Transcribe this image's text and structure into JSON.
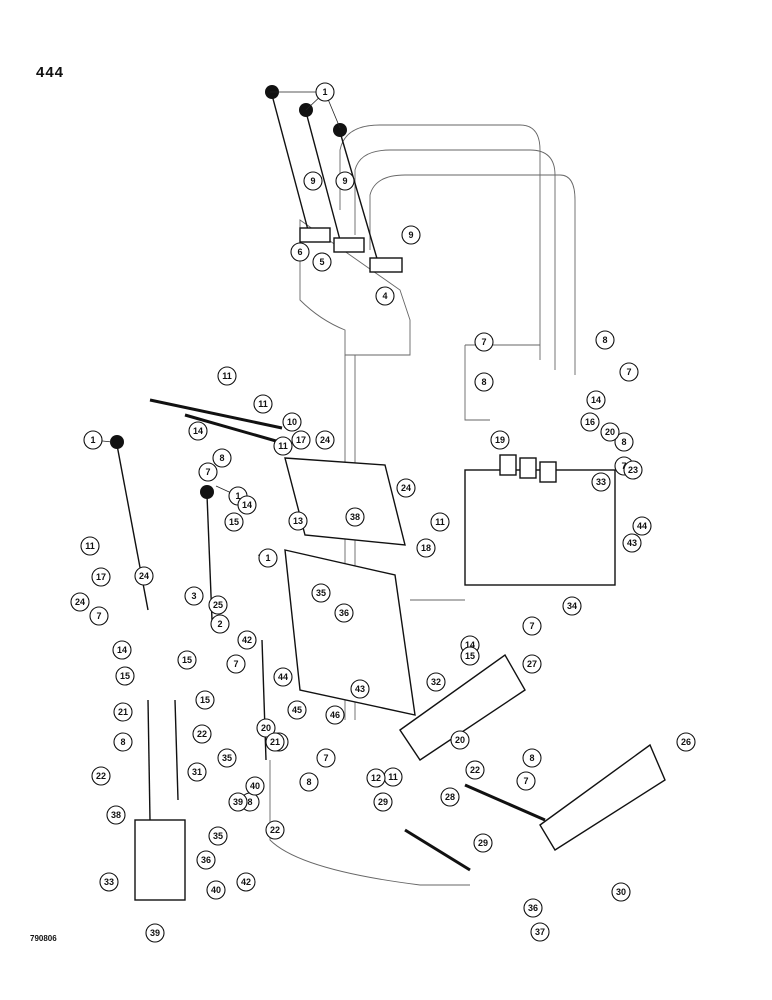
{
  "page_number": "444",
  "drawing_code": "790806",
  "callouts": [
    "1",
    "1",
    "1",
    "1",
    "2",
    "3",
    "4",
    "5",
    "6",
    "7",
    "7",
    "7",
    "7",
    "7",
    "7",
    "7",
    "7",
    "7",
    "8",
    "8",
    "8",
    "8",
    "8",
    "8",
    "8",
    "8",
    "8",
    "9",
    "9",
    "9",
    "10",
    "11",
    "11",
    "11",
    "11",
    "11",
    "11",
    "12",
    "13",
    "14",
    "14",
    "14",
    "14",
    "14",
    "15",
    "15",
    "15",
    "15",
    "15",
    "16",
    "17",
    "17",
    "18",
    "19",
    "20",
    "20",
    "20",
    "21",
    "21",
    "22",
    "22",
    "22",
    "22",
    "23",
    "24",
    "24",
    "24",
    "24",
    "25",
    "26",
    "27",
    "28",
    "29",
    "29",
    "30",
    "31",
    "32",
    "33",
    "33",
    "34",
    "35",
    "35",
    "35",
    "36",
    "36",
    "36",
    "37",
    "38",
    "38",
    "39",
    "39",
    "40",
    "40",
    "42",
    "42",
    "43",
    "43",
    "44",
    "44",
    "45",
    "46"
  ]
}
